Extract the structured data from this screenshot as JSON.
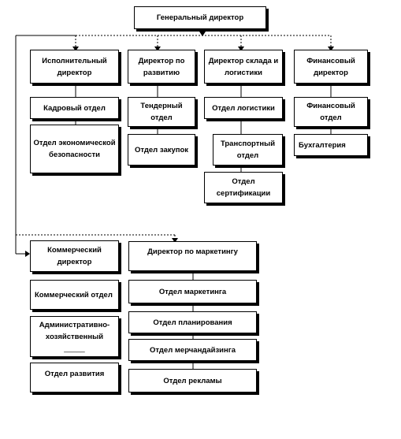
{
  "org_chart": {
    "ceo": "Генеральный директор",
    "columns": [
      {
        "head": "Исполнительный директор",
        "units": [
          "Кадровый отдел",
          "Отдел экономической безопасности"
        ]
      },
      {
        "head": "Директор по развитию",
        "units": [
          "Тендерный отдел",
          "Отдел закупок"
        ]
      },
      {
        "head": "Директор склада и логистики",
        "units": [
          "Отдел логистики",
          "Транспортный отдел",
          "Отдел сертификации"
        ]
      },
      {
        "head": "Финансовый директор",
        "units": [
          "Финансовый отдел",
          "Бухгалтерия"
        ]
      }
    ],
    "commercial": {
      "head": "Коммерческий директор",
      "units": [
        "Коммерческий отдел",
        "Административно-хозяйственный",
        "Отдел развития"
      ],
      "underline": "_____"
    },
    "marketing": {
      "head": "Директор по маркетингу",
      "units": [
        "Отдел маркетинга",
        "Отдел планирования",
        "Отдел мерчандайзинга",
        "Отдел рекламы"
      ]
    }
  }
}
